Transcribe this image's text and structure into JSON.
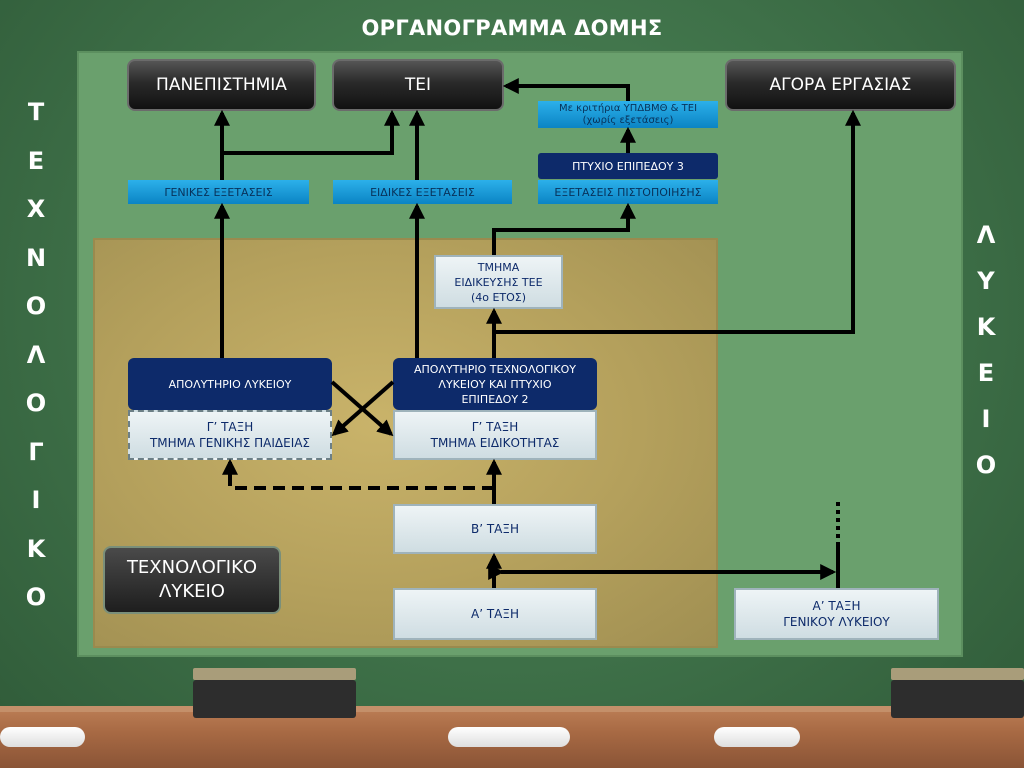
{
  "title": "ΟΡΓΑΝΟΓΡΑΜΜΑ ΔΟΜΗΣ",
  "left_vertical": [
    "Τ",
    "Ε",
    "Χ",
    "Ν",
    "Ο",
    "Λ",
    "Ο",
    "Γ",
    "Ι",
    "Κ",
    "Ο"
  ],
  "right_vertical": [
    "Λ",
    "Υ",
    "Κ",
    "Ε",
    "Ι",
    "Ο"
  ],
  "destinations": {
    "universities": "ΠΑΝΕΠΙΣΤΗΜΙΑ",
    "tei": "ΤΕΙ",
    "labor_market": "ΑΓΟΡΑ ΕΡΓΑΣΙΑΣ"
  },
  "exams": {
    "general": "ΓΕΝΙΚΕΣ ΕΞΕΤΑΣΕΙΣ",
    "special": "ΕΙΔΙΚΕΣ ΕΞΕΤΑΣΕΙΣ",
    "certification": "ΕΞΕΤΑΣΕΙΣ ΠΙΣΤΟΠΟΙΗΣΗΣ",
    "criteria_line1": "Με κριτήρια ΥΠΔΒΜΘ & ΤΕΙ",
    "criteria_line2": "(χωρίς εξετάσεις)"
  },
  "level3_degree": "ΠΤΥΧΙΟ ΕΠΙΠΕΔΟΥ 3",
  "specialization": {
    "line1": "ΤΜΗΜΑ",
    "line2": "ΕΙΔΙΚΕΥΣΗΣ ΤΕΕ",
    "line3": "(4ο ΕΤΟΣ)"
  },
  "diplomas": {
    "general": "ΑΠΟΛΥΤΗΡΙΟ ΛΥΚΕΙΟΥ",
    "technical_line1": "ΑΠΟΛΥΤΗΡΙΟ ΤΕΧΝΟΛΟΓΙΚΟΥ",
    "technical_line2": "ΛΥΚΕΙΟΥ ΚΑΙ ΠΤΥΧΙΟ",
    "technical_line3": "ΕΠΙΠΕΔΟΥ 2"
  },
  "grades": {
    "c_general_line1": "Γ’ ΤΑΞΗ",
    "c_general_line2": "ΤΜΗΜΑ ΓΕΝΙΚΗΣ ΠΑΙΔΕΙΑΣ",
    "c_special_line1": "Γ’ ΤΑΞΗ",
    "c_special_line2": "ΤΜΗΜΑ ΕΙΔΙΚΟΤΗΤΑΣ",
    "b": "Β’ ΤΑΞΗ",
    "a": "Α’ ΤΑΞΗ",
    "a_general_line1": "Α’ ΤΑΞΗ",
    "a_general_line2": "ΓΕΝΙΚΟΥ ΛΥΚΕΙΟΥ"
  },
  "school_label_line1": "ΤΕΧΝΟΛΟΓΙΚΟ",
  "school_label_line2": "ΛΥΚΕΙΟ",
  "colors": {
    "board": "#6aa06d",
    "gold_area": "#b4a05c",
    "navy": "#0d2a6a",
    "cyan": "#0b84c4"
  }
}
